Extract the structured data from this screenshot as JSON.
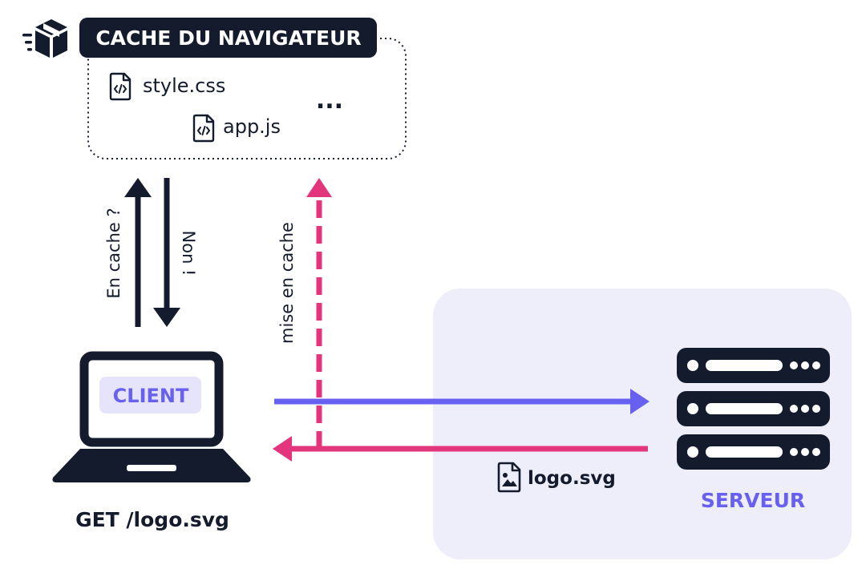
{
  "cache": {
    "title": "CACHE DU NAVIGATEUR",
    "files": [
      "style.css",
      "app.js"
    ],
    "more": "..."
  },
  "arrows": {
    "in_cache_question": "En cache ?",
    "no_answer": "Non !",
    "put_in_cache": "mise en cache"
  },
  "client": {
    "label": "CLIENT",
    "request": "GET /logo.svg"
  },
  "server": {
    "label": "SERVEUR",
    "response_file": "logo.svg"
  },
  "colors": {
    "dark": "#141b2d",
    "accent_blue": "#6760f0",
    "accent_pink": "#e2357b",
    "server_panel": "#eeedfa",
    "client_badge": "#e6e4fb"
  }
}
